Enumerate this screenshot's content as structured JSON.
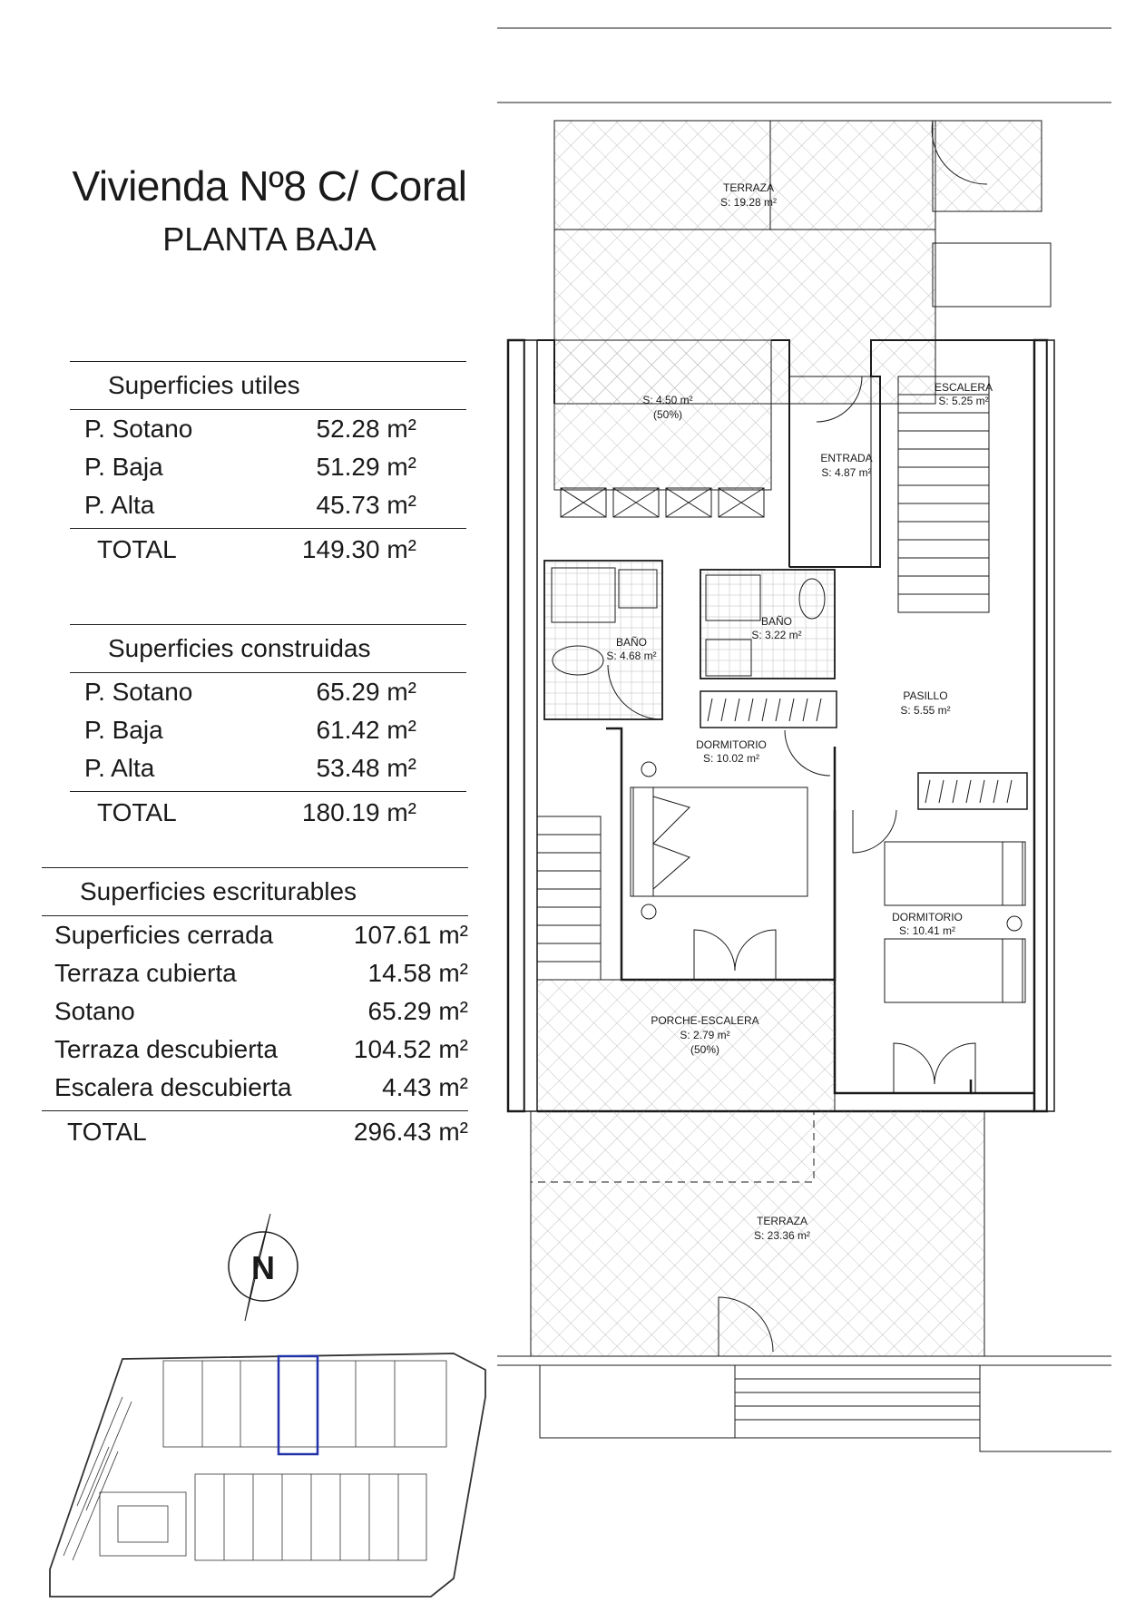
{
  "header": {
    "title": "Vivienda Nº8 C/ Coral",
    "subtitle": "PLANTA BAJA"
  },
  "superficies_utiles": {
    "heading": "Superficies utiles",
    "rows": [
      {
        "label": "P. Sotano",
        "value": "52.28 m²"
      },
      {
        "label": "P. Baja",
        "value": "51.29 m²"
      },
      {
        "label": "P. Alta",
        "value": "45.73 m²"
      }
    ],
    "total_label": "TOTAL",
    "total_value": "149.30 m²"
  },
  "superficies_construidas": {
    "heading": "Superficies construidas",
    "rows": [
      {
        "label": "P. Sotano",
        "value": "65.29 m²"
      },
      {
        "label": "P. Baja",
        "value": "61.42 m²"
      },
      {
        "label": "P. Alta",
        "value": "53.48 m²"
      }
    ],
    "total_label": "TOTAL",
    "total_value": "180.19 m²"
  },
  "superficies_escriturables": {
    "heading": "Superficies escriturables",
    "rows": [
      {
        "label": "Superficies cerrada",
        "value": "107.61 m²"
      },
      {
        "label": "Terraza cubierta",
        "value": "14.58 m²"
      },
      {
        "label": "Sotano",
        "value": "65.29 m²"
      },
      {
        "label": "Terraza descubierta",
        "value": "104.52 m²"
      },
      {
        "label": "Escalera descubierta",
        "value": "4.43 m²"
      }
    ],
    "total_label": "TOTAL",
    "total_value": "296.43 m²"
  },
  "plan": {
    "rooms": {
      "terraza_top": {
        "name": "TERRAZA",
        "area": "S: 19.28 m²"
      },
      "patio": {
        "area": "S: 4.50 m²",
        "note": "(50%)"
      },
      "escalera": {
        "name": "ESCALERA",
        "area": "S: 5.25 m²"
      },
      "entrada": {
        "name": "ENTRADA",
        "area": "S: 4.87 m²"
      },
      "bano1": {
        "name": "BAÑO",
        "area": "S: 4.68 m²"
      },
      "bano2": {
        "name": "BAÑO",
        "area": "S: 3.22 m²"
      },
      "pasillo": {
        "name": "PASILLO",
        "area": "S: 5.55 m²"
      },
      "dormitorio1": {
        "name": "DORMITORIO",
        "area": "S: 10.02 m²"
      },
      "dormitorio2": {
        "name": "DORMITORIO",
        "area": "S: 10.41 m²"
      },
      "porche": {
        "name": "PORCHE-ESCALERA",
        "area": "S: 2.79 m²",
        "note": "(50%)"
      },
      "terraza_bottom": {
        "name": "TERRAZA",
        "area": "S: 23.36 m²"
      }
    }
  },
  "compass": {
    "label": "N"
  },
  "colors": {
    "highlight": "#2233aa",
    "line": "#1a1a1a",
    "hatch": "#9a9a9a"
  }
}
